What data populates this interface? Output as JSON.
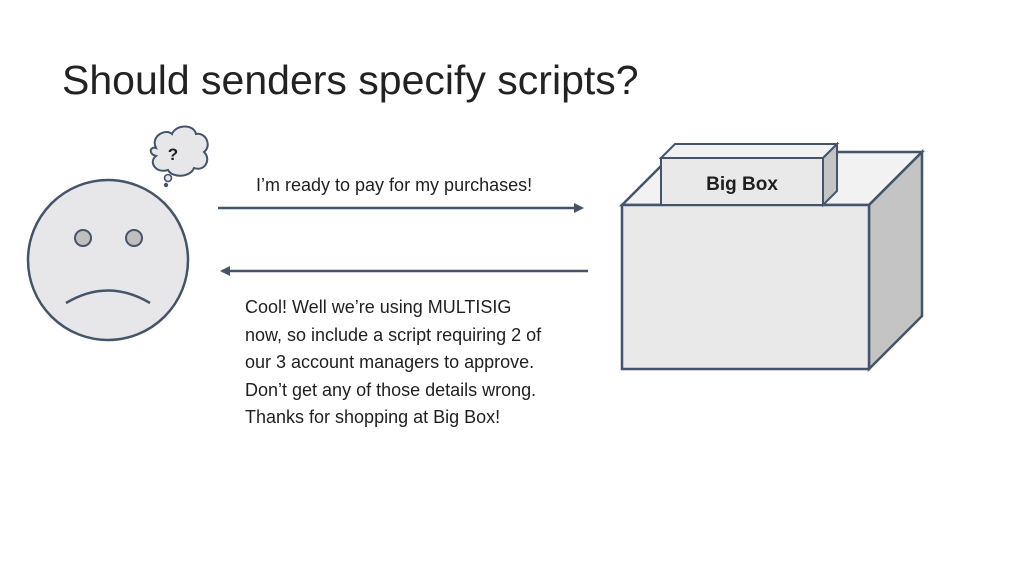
{
  "slide": {
    "title": "Should senders specify scripts?"
  },
  "customer": {
    "thought": "?",
    "mood": "sad"
  },
  "store": {
    "label": "Big Box"
  },
  "messages": {
    "request": "I’m ready to pay for my purchases!",
    "reply_lines": [
      "Cool! Well we’re using MULTISIG",
      "now, so include a script requiring 2 of",
      "our 3 account managers to approve.",
      "Don’t get any of those details wrong.",
      "Thanks for shopping at Big Box!"
    ]
  },
  "colors": {
    "outline": "#44546a",
    "face_fill": "#e7e7e9",
    "eye_fill": "#bfbfbf",
    "box_front": "#e9e9e9",
    "box_top": "#f2f2f2",
    "box_side": "#c4c4c4",
    "arrow": "#44546a"
  }
}
